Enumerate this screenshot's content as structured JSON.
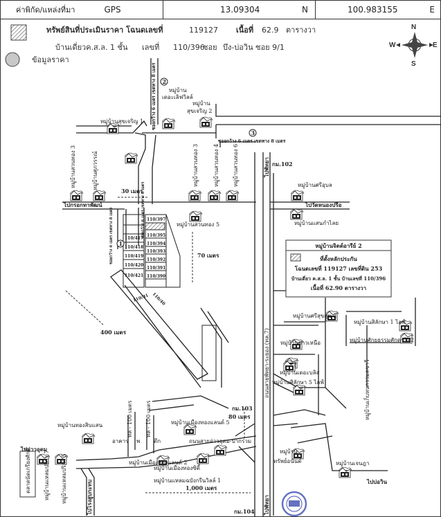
{
  "header": {
    "source_label": "ค่าพิกัด/แหล่งที่มา",
    "source_value": "GPS",
    "latitude": "13.09304",
    "lat_dir": "N",
    "longitude": "100.983155",
    "lon_dir": "E"
  },
  "legend": {
    "subject_label": "ทรัพย์สินที่ประเมินราคา โฉนดเลขที่",
    "deed_no": "119127",
    "area_label": "เนื้อที่",
    "area_value": "62.9",
    "area_unit": "ตารางวา",
    "house_type": "บ้านเดี่ยวค.ส.ล. 1 ชั้น",
    "house_no_label": "เลขที่",
    "house_no": "110/396",
    "soi_label": "ซอย",
    "soi_value": "บึง-บ่อวิน ซอย 9/1",
    "price_data_label": "ข้อมูลราคา"
  },
  "compass": {
    "n": "N",
    "s": "S",
    "e": "E",
    "w": "W"
  },
  "markers": [
    "1",
    "2",
    "3"
  ],
  "info_box": {
    "title": "หมู่บ้านจิตต์อารีย์ 2",
    "subtitle": "ที่ตั้งหลักประกัน",
    "line1": "โฉนดเลขที่ 119127 เลขที่ดิน 253",
    "line2": "บ้านเดี่ยว ค.ส.ล. 1 ชั้น บ้านเลขที่ 110/396",
    "line3": "เนื้อที่ 62.90 ตารางวา"
  },
  "plots": [
    "110/397",
    "110/395",
    "110/394",
    "110/393",
    "110/392",
    "110/391",
    "110/390",
    "110/417",
    "110/418",
    "110/419",
    "110/420",
    "110/421",
    "110/31",
    "110/40"
  ],
  "labels": {
    "suk_charoen_1": "หมู่บ้านสุขเจริญ 1",
    "the_love_ville_1": "หมู่บ้าน",
    "the_love_ville_2": "เดอะเลิฟวิลล์",
    "suk_charoen_2a": "หมู่บ้าน",
    "suk_charoen_2b": "สุขเจริญ 2",
    "soi_vertical": "ซอยกว้าง 6 เมตร เขตทาง 8 เมตร",
    "soi_horizontal": "ซอยกว้าง 6 เมตร เขตทาง 8 เมตร",
    "soi_plot": "ซอยกว้าง 6 เมตร เขตทาง 8 เมตร",
    "soi_plot2": "ซอยกว้าง 6 เมตร เขตทาง 8 เมตร",
    "suan_thong_3_left": "หมู่บ้านสวนทอง 3",
    "suphawan": "หมู่บ้านศุภวรรณ์",
    "suan_thong_3": "หมู่บ้านสวนทอง 3",
    "suan_thong_4": "หมู่บ้านสวนทอง 4",
    "suan_thong_6": "หมู่บ้านสวนทอง 6",
    "to_krok": "ไปกรอกทาพัฒน์",
    "dist_30": "30 เมตร",
    "km_102": "กม.102",
    "km_103": "กม.103",
    "km_104": "กม.104",
    "to_pattaya_top": "ไปพัทยา",
    "to_pattaya_bottom": "ไปพัทยา",
    "main_road": "ถนนสายพัทยา-ระยอง (ทล.7)",
    "si_ubon": "หมู่บ้านศรีอุบล",
    "to_wat_nong_prue": "ไปวัดหนองปรือ",
    "saen_kamlai": "หมู่บ้านแสนกำไลย",
    "suan_thong_5": "หมู่บ้านสวนทอง 5",
    "dist_70": "70 เมตร",
    "dist_400": "400 เมตร",
    "sri_suk_2": "หมู่บ้านศรีสุขสุข 2",
    "silaksa_1": "หมู่บ้านสิลักษา 1 ไลฟ์",
    "sakdawin_2": "หมู่บ้านศักยธรรมศักดาวิล2",
    "dao_nuea": "หมู่บ้านดาวเหนือ",
    "the_bliss": "หมู่บ้านเดอะบลิส",
    "silaksa_5": "หมู่บ้านศิลักษา 5 ไลฟ์",
    "kep_kan": "หมู่บ้านเก็บหนกรรมคชาวี",
    "sap_anan_1": "หมู่บ้าน",
    "sap_anan_2": "ทรัพย์อนันต์",
    "jenda": "หมู่บ้านเจนฎา",
    "to_bowin": "ไปบ่อวิน",
    "thong_sip_saen": "หมู่บ้านทองสิบแสน",
    "building": "อาคาร",
    "road_100_1": "ทล - 100 เมตร",
    "road_100_2": "ทล - 100 เมตร",
    "p_mark": "พ",
    "tuek": "ตึก",
    "ao_udom_road": "ถนนสายอ่าวอุดม-ปากร่วม",
    "to_ao_udom": "ไปอ่าวอุดม",
    "muang_thong_5": "หมู่บ้านเมืองทองแลนด์ 5",
    "dist_80": "80 เมตร",
    "muang_thong_2": "หมู่บ้านเมืองทองแลนด์ 2",
    "muang_thong_city": "หมู่บ้านเมืองทองซิตี้",
    "laem_chabang_green": "หมู่บ้านแหลมฉบังกรีนวิลล์ 1",
    "dist_1000": "1,000 เมตร",
    "market_box": "ตลาดนัดเกรียงศักดิ์",
    "laem_prika_7": "หมู่บ้านแหลมปริกา 7",
    "laem_prika_5": "หมู่บ้านแหลมปริกา 5",
    "to_rong_sub": "ไปโรงสูบกะทบ"
  },
  "colors": {
    "stamp": "#3f4fb0",
    "hatch": "#555555",
    "price_circle": "#c8c8c8"
  }
}
